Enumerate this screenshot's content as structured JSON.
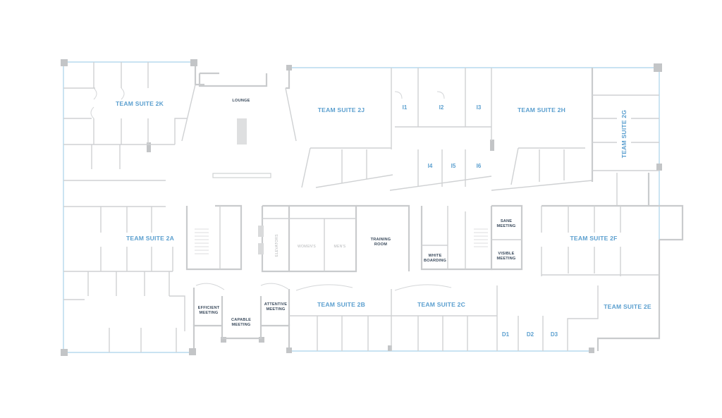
{
  "suites": {
    "s2k": "TEAM SUITE 2K",
    "s2j": "TEAM SUITE 2J",
    "s2h": "TEAM SUITE 2H",
    "s2g": "TEAM SUITE 2G",
    "s2a": "TEAM SUITE 2A",
    "s2f": "TEAM SUITE 2F",
    "s2b": "TEAM SUITE 2B",
    "s2c": "TEAM SUITE 2C",
    "s2e": "TEAM SUITE 2E"
  },
  "offices": {
    "i1": "I1",
    "i2": "I2",
    "i3": "I3",
    "i4": "I4",
    "i5": "I5",
    "i6": "I6",
    "d1": "D1",
    "d2": "D2",
    "d3": "D3"
  },
  "rooms": {
    "lounge": "LOUNGE",
    "training_1": "TRAINING",
    "training_2": "ROOM",
    "white_1": "WHITE",
    "white_2": "BOARDING",
    "sane_1": "SANE",
    "sane_2": "MEETING",
    "visible_1": "VISIBLE",
    "visible_2": "MEETING",
    "efficient_1": "EFFICIENT",
    "efficient_2": "MEETING",
    "capable_1": "CAPABLE",
    "capable_2": "MEETING",
    "attentive_1": "ATTENTIVE",
    "attentive_2": "MEETING"
  },
  "utility": {
    "womens": "WOMEN'S",
    "mens": "MEN'S",
    "elevators": "ELEVATORS"
  },
  "colors": {
    "suite_label": "#5b9fcf",
    "room_label": "#3a4a5c",
    "wall": "#c9cbcd",
    "glass": "#a9d2ea"
  }
}
